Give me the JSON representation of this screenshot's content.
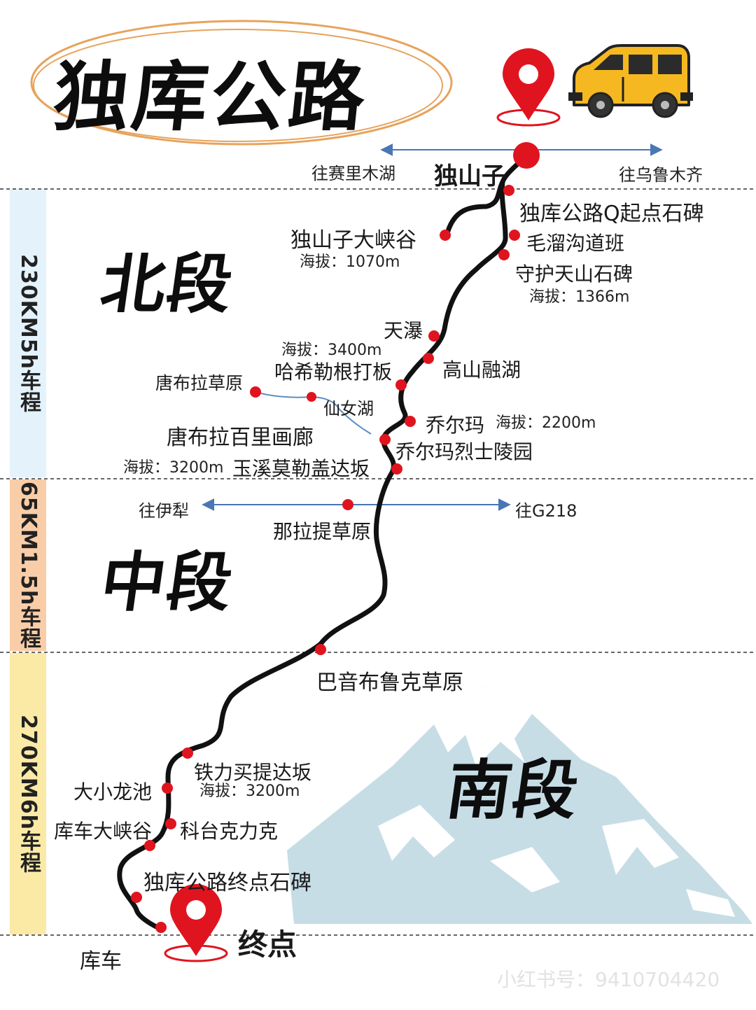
{
  "title": "独库公路",
  "start": {
    "name": "独山子",
    "left_direction": "往赛里木湖",
    "right_direction": "往乌鲁木齐"
  },
  "sections": {
    "north": {
      "name": "北段",
      "info": "230KM5h车程"
    },
    "middle": {
      "name": "中段",
      "info": "65KM1.5h车程"
    },
    "south": {
      "name": "南段",
      "info": "270KM6h车程"
    }
  },
  "places": {
    "start_stele": "独库公路Q起点石碑",
    "dushanzi_canyon": "独山子大峡谷",
    "dushanzi_canyon_alt": "海拔：1070m",
    "maoliugou": "毛溜沟道班",
    "guard_tianshan": "守护天山石碑",
    "guard_tianshan_alt": "海拔：1366m",
    "tianpu": "天瀑",
    "haxilegen_alt": "海拔：3400m",
    "haxilegen": "哈希勒根打板",
    "gaoshan_lake": "高山融湖",
    "tangbula_grassland": "唐布拉草原",
    "fairy_lake": "仙女湖",
    "qiaoerma": "乔尔玛",
    "qiaoerma_alt": "海拔：2200m",
    "tangbula_gallery": "唐布拉百里画廊",
    "martyrs_cemetery": "乔尔玛烈士陵园",
    "yuximole_alt": "海拔：3200m",
    "yuximole": "玉溪莫勒盖达坂",
    "to_yili": "往伊犁",
    "to_g218": "往G218",
    "nalati": "那拉提草原",
    "bayinbuluke": "巴音布鲁克草原",
    "tielimaiti": "铁力买提达坂",
    "tielimaiti_alt": "海拔：3200m",
    "daxiao_longchi": "大小龙池",
    "kuche_canyon": "库车大峡谷",
    "ketaikelike": "科台克力克",
    "end_stele": "独库公路终点石碑",
    "end_label": "终点",
    "kuche": "库车"
  },
  "watermark": "小红书号：9410704420",
  "colors": {
    "road": "#111111",
    "marker": "#e0141e",
    "accent_blue": "#3a6fa8",
    "north_band": "#e4f2fb",
    "middle_band": "#f9cda8",
    "south_band": "#fbeaa6",
    "mountain": "#c6dde6",
    "title_ring": "#e7a35c",
    "van": "#f5b820"
  },
  "icons": [
    "map-pin-icon",
    "van-icon",
    "mountain-icon"
  ]
}
